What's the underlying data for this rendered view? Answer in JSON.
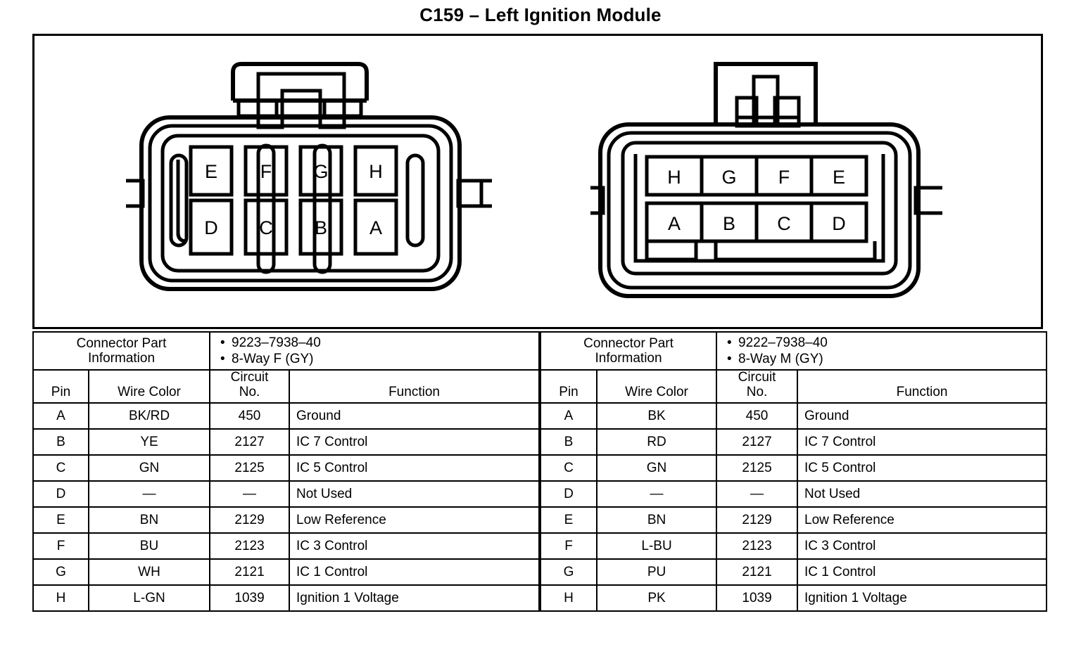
{
  "title": "C159 – Left Ignition Module",
  "connectors": {
    "left": {
      "name": "left-connector-female",
      "top_row_pins": [
        "E",
        "F",
        "G",
        "H"
      ],
      "bottom_row_pins": [
        "D",
        "C",
        "B",
        "A"
      ]
    },
    "right": {
      "name": "right-connector-male",
      "top_row_pins": [
        "H",
        "G",
        "F",
        "E"
      ],
      "bottom_row_pins": [
        "A",
        "B",
        "C",
        "D"
      ]
    }
  },
  "tables": [
    {
      "connector_part_information_label": "Connector Part\nInformation",
      "cpi_label_line1": "Connector Part",
      "cpi_label_line2": "Information",
      "part_number": "9223–7938–40",
      "way_description": "8-Way F (GY)",
      "headers": {
        "pin": "Pin",
        "wire_color": "Wire Color",
        "circuit_no_line1": "Circuit",
        "circuit_no_line2": "No.",
        "function": "Function"
      },
      "rows": [
        {
          "pin": "A",
          "wire_color": "BK/RD",
          "circuit_no": "450",
          "function": "Ground"
        },
        {
          "pin": "B",
          "wire_color": "YE",
          "circuit_no": "2127",
          "function": "IC 7 Control"
        },
        {
          "pin": "C",
          "wire_color": "GN",
          "circuit_no": "2125",
          "function": "IC 5 Control"
        },
        {
          "pin": "D",
          "wire_color": "—",
          "circuit_no": "—",
          "function": "Not Used"
        },
        {
          "pin": "E",
          "wire_color": "BN",
          "circuit_no": "2129",
          "function": "Low Reference"
        },
        {
          "pin": "F",
          "wire_color": "BU",
          "circuit_no": "2123",
          "function": "IC 3 Control"
        },
        {
          "pin": "G",
          "wire_color": "WH",
          "circuit_no": "2121",
          "function": "IC 1 Control"
        },
        {
          "pin": "H",
          "wire_color": "L-GN",
          "circuit_no": "1039",
          "function": "Ignition 1 Voltage"
        }
      ]
    },
    {
      "connector_part_information_label": "Connector Part\nInformation",
      "cpi_label_line1": "Connector Part",
      "cpi_label_line2": "Information",
      "part_number": "9222–7938–40",
      "way_description": "8-Way M (GY)",
      "headers": {
        "pin": "Pin",
        "wire_color": "Wire Color",
        "circuit_no_line1": "Circuit",
        "circuit_no_line2": "No.",
        "function": "Function"
      },
      "rows": [
        {
          "pin": "A",
          "wire_color": "BK",
          "circuit_no": "450",
          "function": "Ground"
        },
        {
          "pin": "B",
          "wire_color": "RD",
          "circuit_no": "2127",
          "function": "IC 7 Control"
        },
        {
          "pin": "C",
          "wire_color": "GN",
          "circuit_no": "2125",
          "function": "IC 5 Control"
        },
        {
          "pin": "D",
          "wire_color": "—",
          "circuit_no": "—",
          "function": "Not Used"
        },
        {
          "pin": "E",
          "wire_color": "BN",
          "circuit_no": "2129",
          "function": "Low Reference"
        },
        {
          "pin": "F",
          "wire_color": "L-BU",
          "circuit_no": "2123",
          "function": "IC 3 Control"
        },
        {
          "pin": "G",
          "wire_color": "PU",
          "circuit_no": "2121",
          "function": "IC 1 Control"
        },
        {
          "pin": "H",
          "wire_color": "PK",
          "circuit_no": "1039",
          "function": "Ignition 1 Voltage"
        }
      ]
    }
  ],
  "bullet_char": "•",
  "colors": {
    "ink": "#000000",
    "paper": "#ffffff"
  }
}
